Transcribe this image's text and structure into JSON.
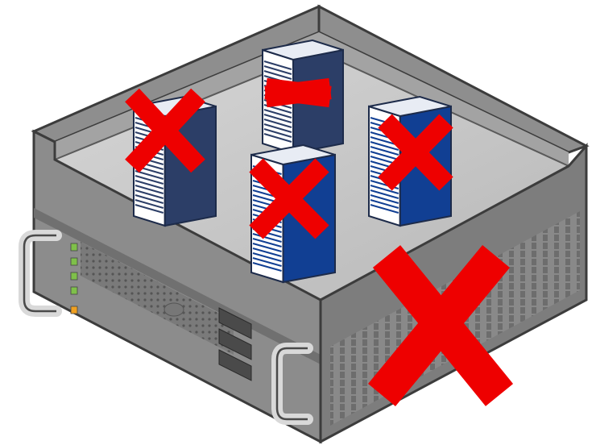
{
  "illustration": {
    "chassis_body_color": "#8e8e8e",
    "chassis_dark_color": "#6a6a6a",
    "chassis_light_color": "#c9c9c9",
    "outline_color": "#3c3c3c",
    "floor_color": "#c4c4c4",
    "cross_color": "#ee0000",
    "status_led_colors": [
      "#7fc04a",
      "#7fc04a",
      "#7fc04a",
      "#7fc04a",
      "#f0a020"
    ],
    "towers": [
      {
        "id": "back",
        "shade": "#2c3e67",
        "crossed": true
      },
      {
        "id": "left",
        "shade": "#2c3e67",
        "crossed": true
      },
      {
        "id": "right",
        "shade": "#113f93",
        "crossed": true
      },
      {
        "id": "front",
        "shade": "#113f93",
        "crossed": true
      }
    ],
    "enclosure_crossed": true
  }
}
